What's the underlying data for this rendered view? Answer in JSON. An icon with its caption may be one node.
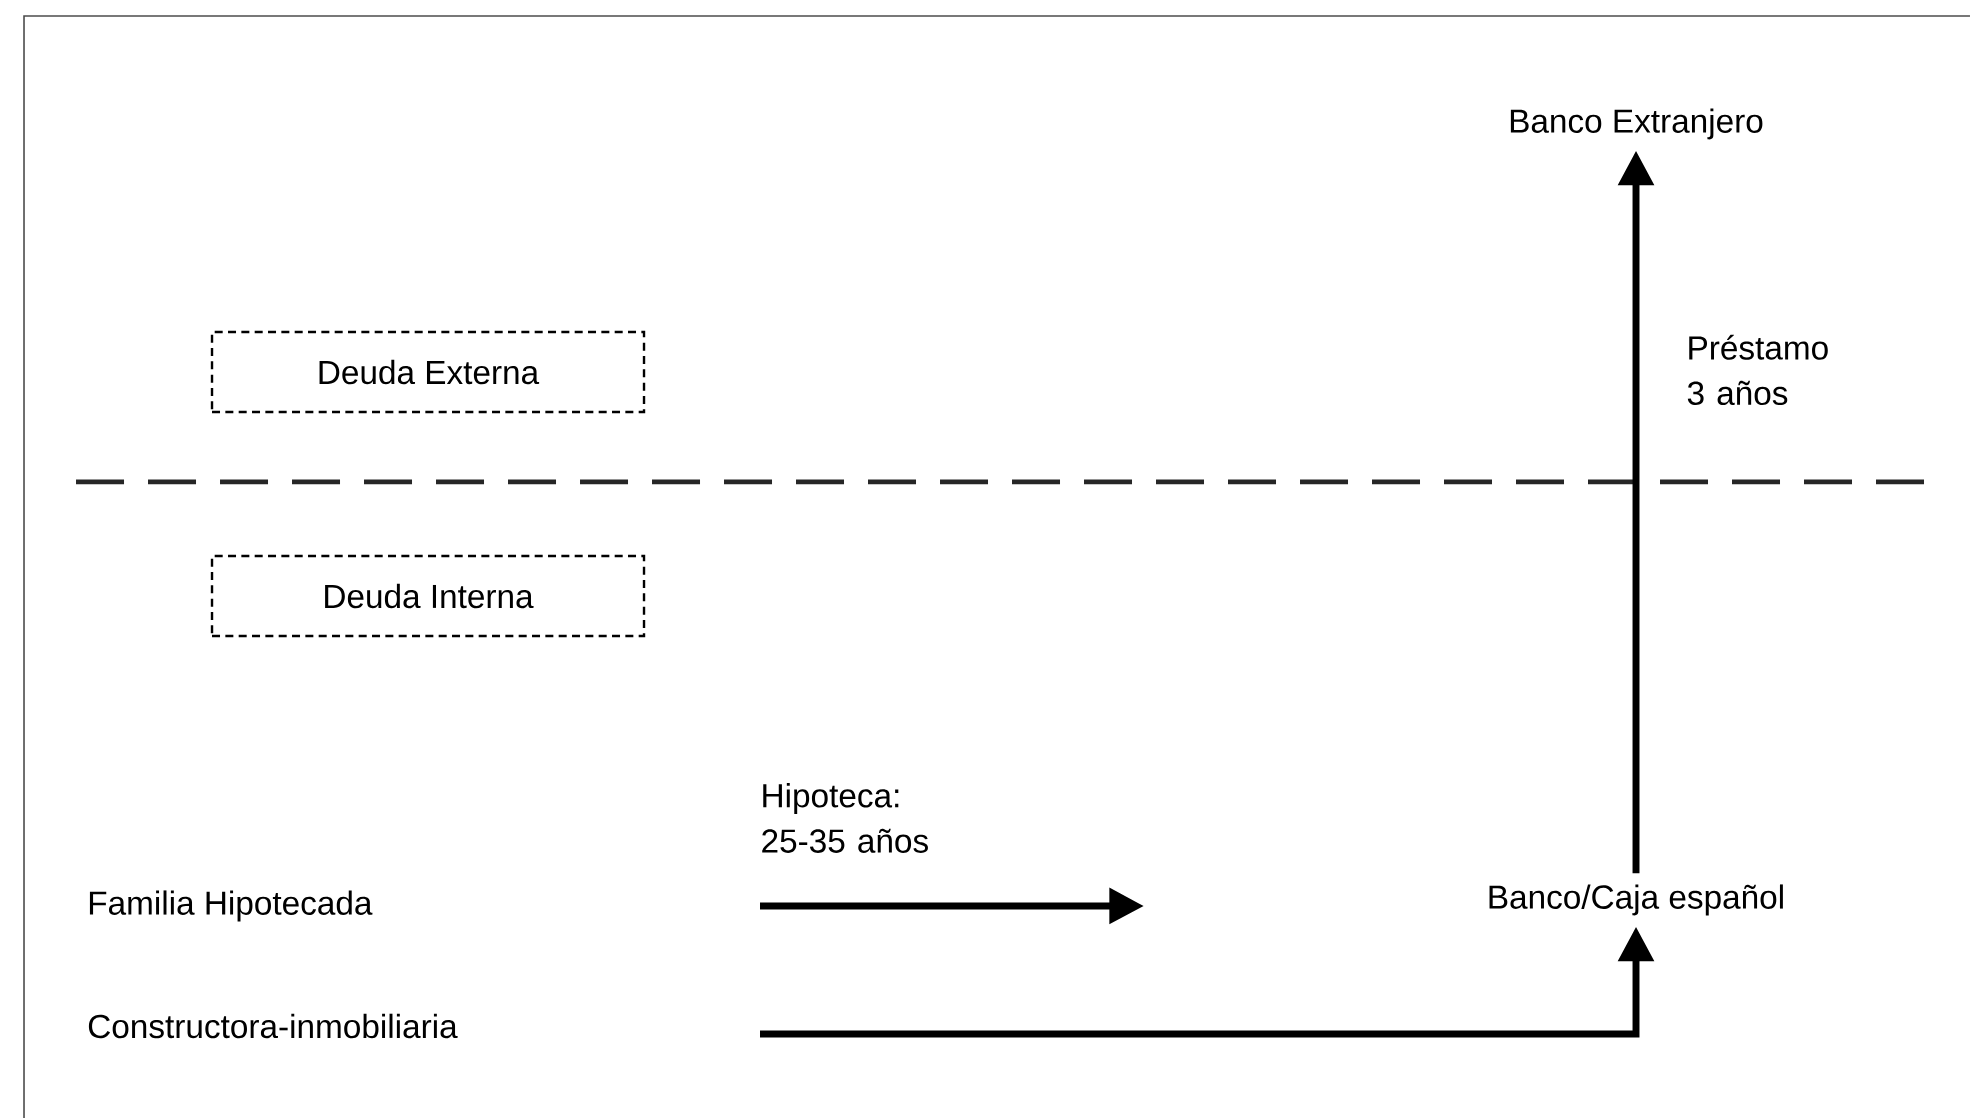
{
  "diagram": {
    "nodes": [
      {
        "text": [
          "Deuda Externa"
        ]
      },
      {
        "text": [
          "Deuda Interna"
        ]
      },
      {
        "text": [
          "Banco Extranjero"
        ]
      },
      {
        "text": [
          "Familia Hipotecada"
        ]
      },
      {
        "text": [
          "Constructora-inmobiliaria"
        ]
      },
      {
        "text": [
          "Banco/Caja español"
        ]
      }
    ],
    "edges": [
      {
        "from": 5,
        "to": 2,
        "arrow": "to",
        "label": "Préstamo 3 años"
      },
      {
        "from": null,
        "to": 5,
        "arrow": "to"
      }
    ],
    "labels": [
      "Hipoteca: 25-35 años"
    ]
  }
}
